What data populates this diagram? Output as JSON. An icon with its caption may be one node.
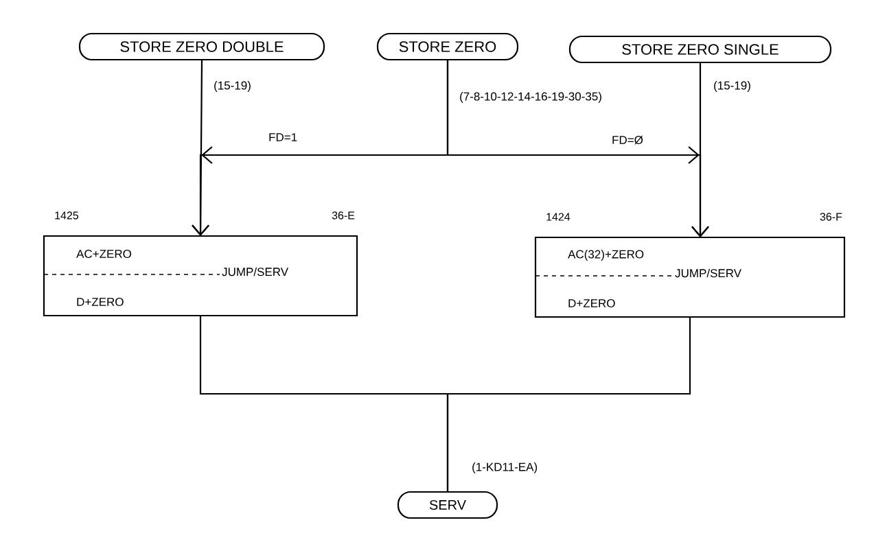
{
  "diagram": {
    "nodes": [
      {
        "text": [
          "STORE ZERO DOUBLE"
        ]
      },
      {
        "text": [
          "STORE ZERO"
        ]
      },
      {
        "text": [
          "STORE ZERO SINGLE"
        ]
      },
      {
        "text": [
          "AC+ZERO",
          "JUMP/SERV",
          "D+ZERO"
        ],
        "beside": [
          "1425",
          "36-E"
        ]
      },
      {
        "text": [
          "AC(32)+ZERO",
          "JUMP/SERV",
          "D+ZERO"
        ],
        "beside": [
          "1424",
          "36-F"
        ]
      },
      {
        "text": [
          "SERV"
        ]
      }
    ],
    "edges": [
      {
        "from": 0,
        "to": 3,
        "arrow": "to",
        "label": "(15-19)"
      },
      {
        "from": 1,
        "to": 3,
        "arrow": "to",
        "label": "FD=1"
      },
      {
        "from": 1,
        "to": 4,
        "arrow": "to",
        "label": "FD=Ø"
      },
      {
        "from": 2,
        "to": 4,
        "arrow": "to",
        "label": "(15-19)"
      },
      {
        "from": 3,
        "to": 5,
        "arrow": "none"
      },
      {
        "from": 4,
        "to": 5,
        "arrow": "none"
      }
    ],
    "labels": [
      "(7-8-10-12-14-16-19-30-35)",
      "(1-KD11-EA)"
    ]
  }
}
